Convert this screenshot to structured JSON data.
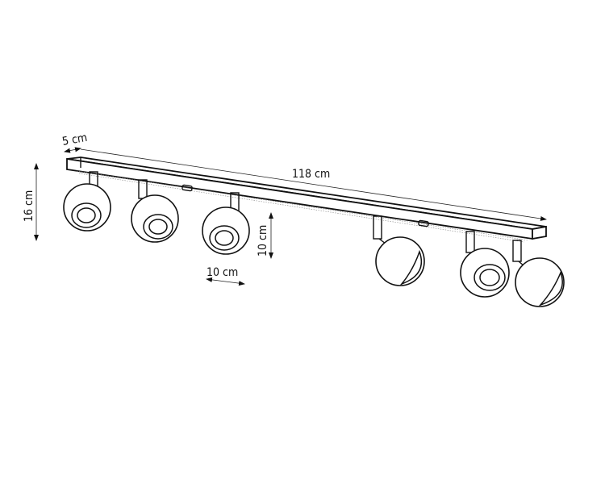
{
  "diagram": {
    "subject": "Ceiling spotlight bar with 6 adjustable ball spotlights",
    "colors": {
      "line": "#111111",
      "background": "#ffffff"
    },
    "dimensions": {
      "depth": "5 cm",
      "length": "118 cm",
      "height": "16 cm",
      "spot_height": "10 cm",
      "spot_width": "10 cm"
    },
    "spotlights": [
      {
        "id": 1,
        "orientation": "front-facing"
      },
      {
        "id": 2,
        "orientation": "front-facing"
      },
      {
        "id": 3,
        "orientation": "front-facing"
      },
      {
        "id": 4,
        "orientation": "turned-right"
      },
      {
        "id": 5,
        "orientation": "front-facing"
      },
      {
        "id": 6,
        "orientation": "turned-right"
      }
    ]
  }
}
